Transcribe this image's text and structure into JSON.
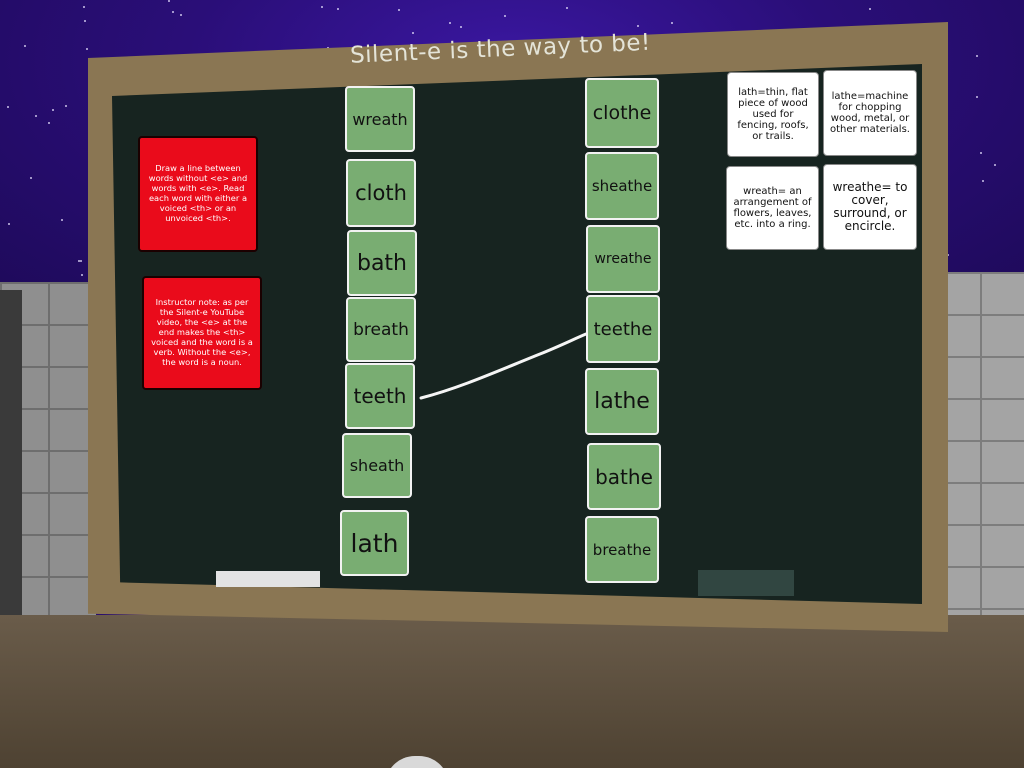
{
  "board": {
    "title": "Silent-e is the way to be!"
  },
  "instructions": {
    "card1": "Draw a line between words without <e> and words with <e>. Read each word with either a voiced <th> or an unvoiced <th>.",
    "card2": "Instructor note: as per the Silent-e YouTube video, the <e> at the end makes the <th> voiced and the word is a verb. Without the <e>, the word is a noun."
  },
  "words_without_e": [
    "wreath",
    "cloth",
    "bath",
    "breath",
    "teeth",
    "sheath",
    "lath"
  ],
  "words_with_e": [
    "clothe",
    "sheathe",
    "wreathe",
    "teethe",
    "lathe",
    "bathe",
    "breathe"
  ],
  "definitions": {
    "lath": "lath=thin, flat piece of wood used for fencing, roofs, or trails.",
    "lathe": "lathe=machine for chopping wood, metal, or other materials.",
    "wreath": "wreath= an arrangement of flowers, leaves, etc. into a ring.",
    "wreathe": "wreathe= to cover, surround, or encircle."
  },
  "drawn_connections": [
    {
      "from": "teeth",
      "to": "teethe"
    }
  ],
  "colors": {
    "tile_green": "#79ad72",
    "instruction_red": "#ea0b1b",
    "chalkboard": "#172420",
    "frame": "#8a7653",
    "sky": "#2a0e78"
  }
}
